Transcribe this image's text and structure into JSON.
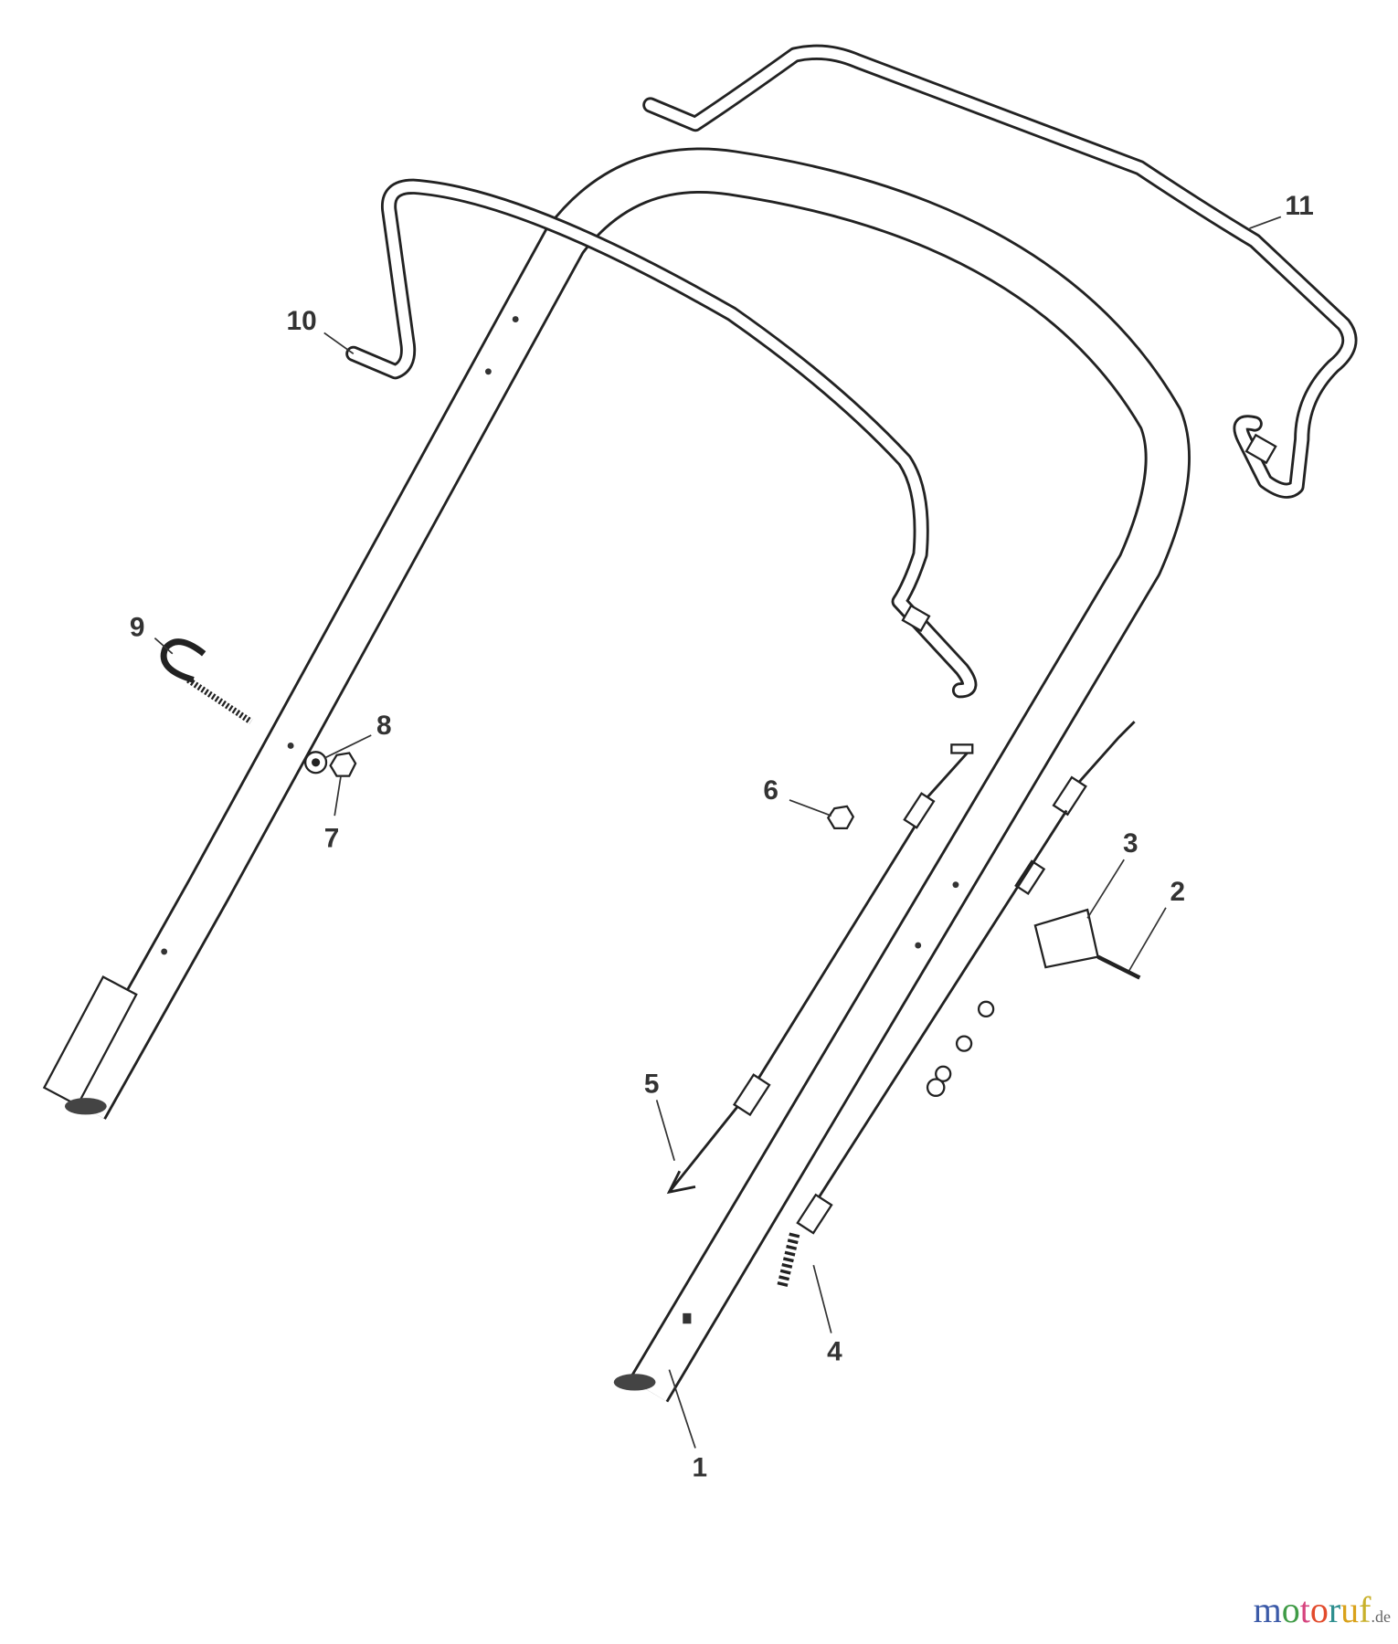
{
  "callouts": [
    {
      "id": "1",
      "label": "1"
    },
    {
      "id": "2",
      "label": "2"
    },
    {
      "id": "3",
      "label": "3"
    },
    {
      "id": "4",
      "label": "4"
    },
    {
      "id": "5",
      "label": "5"
    },
    {
      "id": "6",
      "label": "6"
    },
    {
      "id": "7",
      "label": "7"
    },
    {
      "id": "8",
      "label": "8"
    },
    {
      "id": "9",
      "label": "9"
    },
    {
      "id": "10",
      "label": "10"
    },
    {
      "id": "11",
      "label": "11"
    }
  ],
  "watermark": {
    "text": "motoruf",
    "suffix": ".de",
    "letter_colors": [
      "#3b5aa8",
      "#3f9b46",
      "#d6457f",
      "#e24a2b",
      "#2f8f8f",
      "#d9a21b",
      "#c8b02a"
    ]
  }
}
